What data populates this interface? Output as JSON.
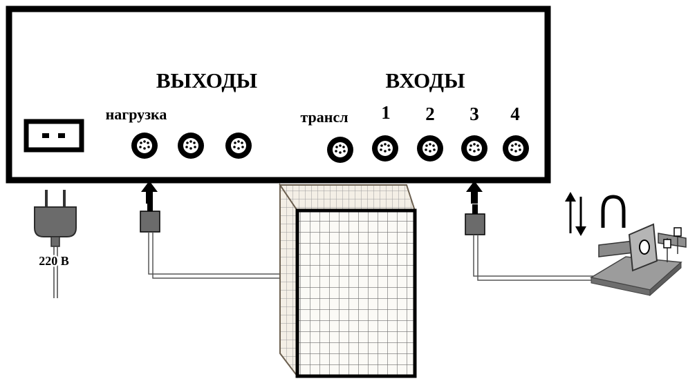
{
  "panel": {
    "outputs_heading": "ВЫХОДЫ",
    "inputs_heading": "ВХОДЫ",
    "load_label": "нагрузка",
    "transl_label": "трансл",
    "input_numbers": [
      "1",
      "2",
      "3",
      "4"
    ]
  },
  "power": {
    "voltage_label": "220 В"
  },
  "icons": {
    "socket": "two-pin-power-socket-icon",
    "connector": "din-connector-icon",
    "plug": "power-plug-icon",
    "speaker": "speaker-cabinet-icon",
    "sensor": "sensor-device-icon",
    "arrows": "up-down-arrows-icon"
  }
}
